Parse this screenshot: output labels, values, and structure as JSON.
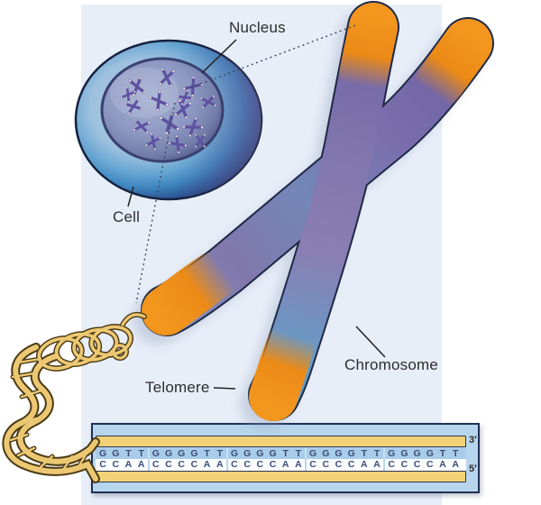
{
  "diagram": {
    "labels": {
      "nucleus": "Nucleus",
      "cell": "Cell",
      "telomere": "Telomere",
      "chromosome": "Chromosome"
    },
    "sequence": {
      "strand_3prime": {
        "end": "3′",
        "groups": [
          "GGTT",
          "GGGGTT",
          "GGGGTT",
          "GGGGTT",
          "GGGGTT"
        ]
      },
      "strand_5prime": {
        "end": "5′",
        "groups": [
          "CCAA",
          "CCCCAA",
          "CCCCAA",
          "CCCCAA",
          "CCCCAA"
        ]
      }
    },
    "colors": {
      "telomere_orange": "#ec8a16",
      "chromatid_purple": "#7b6ead",
      "chromatid_blue": "#58a3c9",
      "dna_yellow": "#ecc873",
      "panel_blue": "#b7d6ee",
      "backbone_yellow": "#f3d176",
      "canvas_blue": "#e8eef8"
    }
  }
}
